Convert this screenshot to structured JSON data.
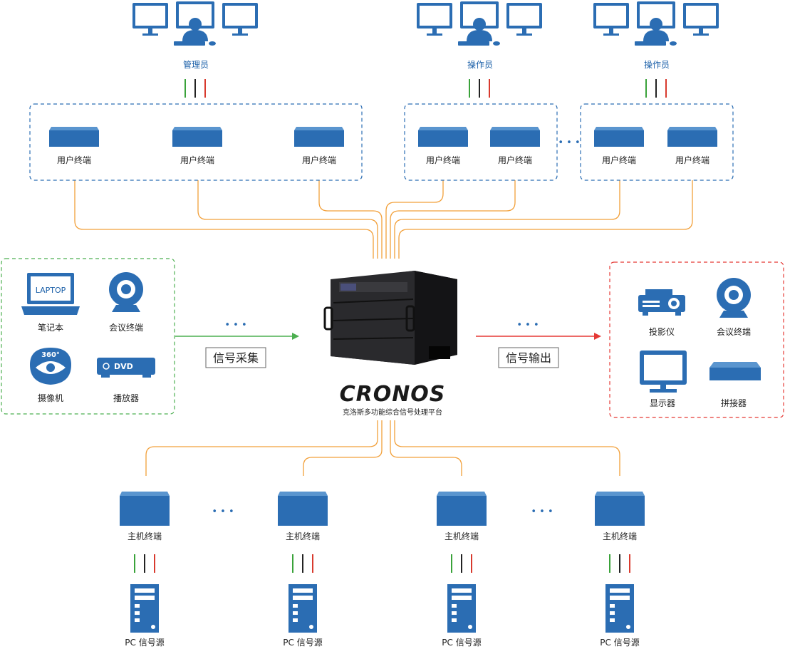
{
  "operators": {
    "admin": "管理员",
    "operator_1": "操作员",
    "operator_2": "操作员"
  },
  "user_terminal_label": "用户终端",
  "left_panel": {
    "laptop_screen": "LAPTOP",
    "laptop": "笔记本",
    "conference": "会议终端",
    "camera_badge": "360°",
    "camera": "摄像机",
    "dvd_badge": "DVD",
    "player": "播放器"
  },
  "right_panel": {
    "projector": "投影仪",
    "conference": "会议终端",
    "monitor": "显示器",
    "splicer": "拼接器"
  },
  "flow": {
    "input": "信号采集",
    "output": "信号输出",
    "ellipsis": "• • •"
  },
  "center": {
    "brand": "CRONOS",
    "subtitle": "克洛斯多功能综合信号处理平台"
  },
  "host_terminal_label": "主机终端",
  "pc_source_label": "PC 信号源",
  "colors": {
    "blue": "#2b6db3",
    "orange": "#f2a03a",
    "green_dash": "#4caf50",
    "red_dash": "#e53935",
    "cable_green": "#3aa23a",
    "cable_black": "#222222",
    "cable_red": "#d83a2e"
  }
}
